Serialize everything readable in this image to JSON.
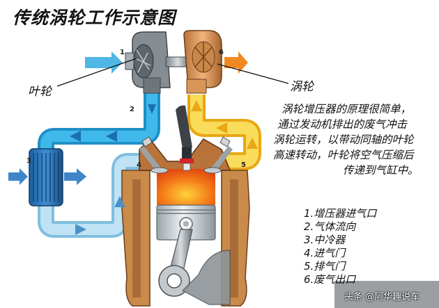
{
  "title": "传统涡轮工作示意图",
  "labels": {
    "impeller": "叶轮",
    "turbine": "涡轮",
    "numbers": [
      "1",
      "2",
      "3",
      "4",
      "5",
      "6"
    ]
  },
  "description": [
    "涡轮增压器的原理很简单，",
    "通过发动机排出的废气冲击",
    "涡轮运转，以带动同轴的叶轮",
    "高速转动，叶轮将空气压缩后",
    "传递到气缸中。"
  ],
  "legend": [
    "1.增压器进气口",
    "2.气体流向",
    "3.中冷器",
    "4.进气门",
    "5.排气门",
    "6.废气出口"
  ],
  "watermark": "头条 @阿华趣说车",
  "colors": {
    "intake_blue": "#2aa7dc",
    "pale_blue": "#a9d6ee",
    "exhaust_yellow": "#f3c12a",
    "exhaust_pale": "#fbe98a",
    "orange_arrow": "#ef8a22",
    "block_brown": "#c98a4a",
    "combustion": "#f26a16"
  }
}
